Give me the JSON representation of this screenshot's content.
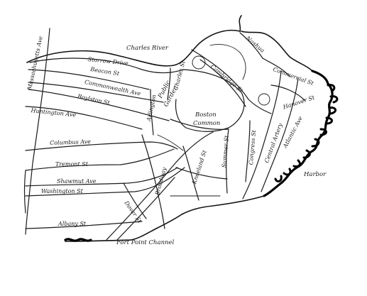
{
  "water": {
    "charles_river": "Charles River",
    "harbor": "Harbor",
    "fort_point_channel": "Fort Point Channel"
  },
  "parks": {
    "public_garden_line1": "Public",
    "public_garden_line2": "Garden",
    "boston_common_line1": "Boston",
    "boston_common_line2": "Common"
  },
  "streets": {
    "massachusetts_ave": "Massachusetts Ave",
    "storrow_drive": "Storrow Drive",
    "beacon_st": "Beacon St",
    "commonwealth_ave": "Commonwealth Ave",
    "boylston_st": "Boylston St",
    "huntington_ave": "Huntington Ave",
    "columbus_ave": "Columbus Ave",
    "tremont_st": "Tremont St",
    "shawmut_ave": "Shawmut Ave",
    "washington_st": "Washington St",
    "albany_st": "Albany St",
    "charles_st": "Charles St",
    "cambridge_st": "Cambridge St",
    "nashua_st": "Nashua",
    "commercial_st": "Commercial St",
    "hanover_st": "Hanover St",
    "atlantic_ave": "Atlantic Ave",
    "central_artery": "Central Artery",
    "congress_st": "Congress St",
    "summer_st": "Summer St",
    "kneeland_st": "Kneeland St",
    "arlington_st": "Arlington",
    "broadway": "Broadway",
    "dover_st": "Dover St"
  }
}
